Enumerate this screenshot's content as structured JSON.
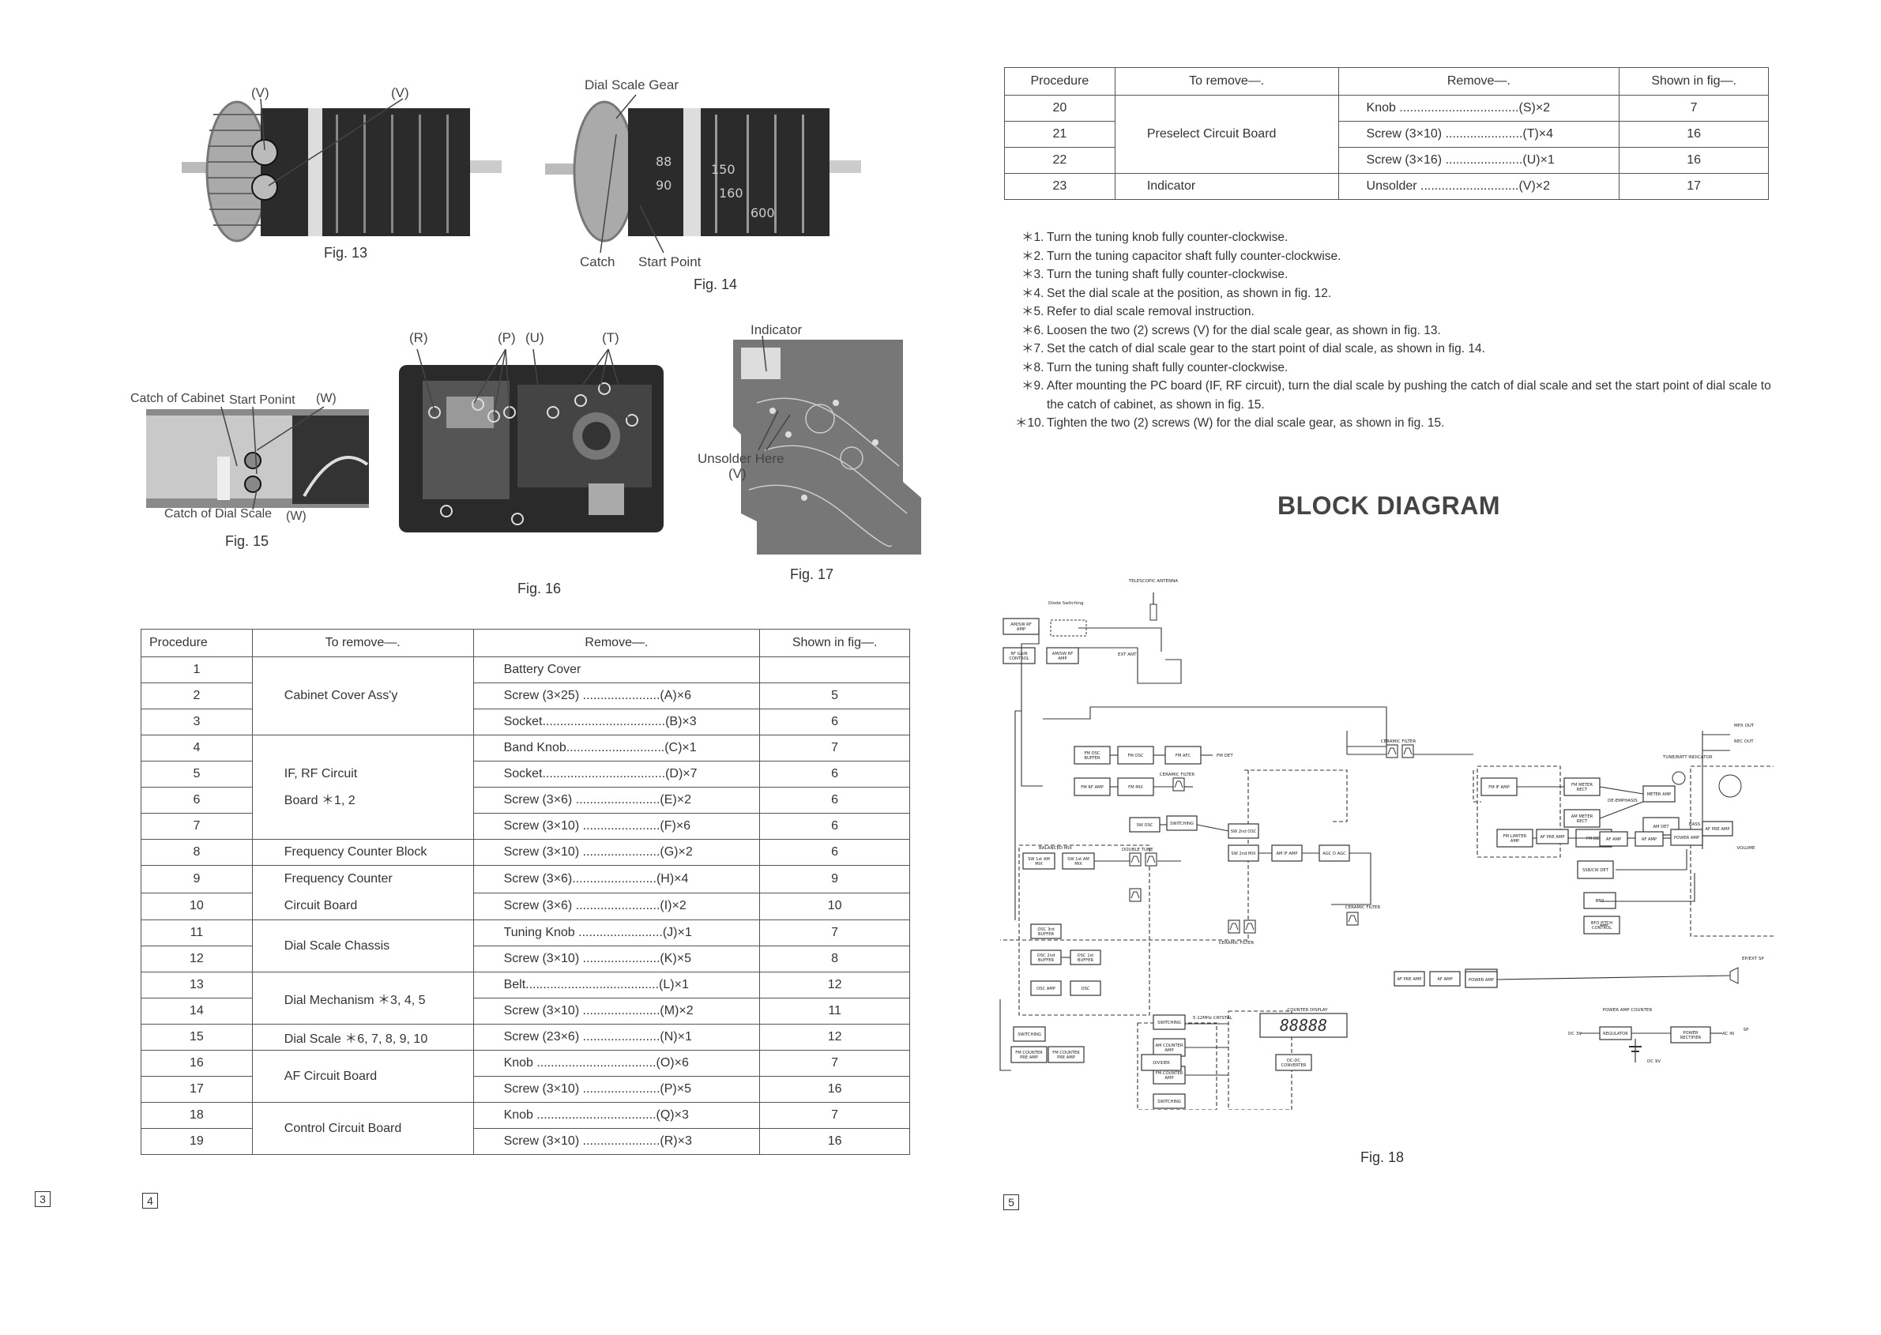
{
  "fig13": {
    "v_left": "(V)",
    "v_right": "(V)",
    "caption": "Fig. 13"
  },
  "fig14": {
    "dial_scale_gear": "Dial Scale Gear",
    "catch": "Catch",
    "start_point": "Start Point",
    "caption": "Fig. 14"
  },
  "fig15": {
    "catch_of_cabinet": "Catch of Cabinet",
    "start_point": "Start Ponint",
    "w_top": "(W)",
    "catch_of_dial": "Catch of Dial Scale",
    "w_bottom": "(W)",
    "caption": "Fig. 15"
  },
  "fig16": {
    "r": "(R)",
    "p": "(P)",
    "u": "(U)",
    "t": "(T)",
    "caption": "Fig. 16"
  },
  "fig17": {
    "indicator": "Indicator",
    "unsolder_here": "Unsolder Here",
    "v": "(V)",
    "caption": "Fig. 17"
  },
  "table_left": {
    "headers": [
      "Procedure",
      "To remove—.",
      "Remove—.",
      "Shown in fig—."
    ],
    "procedures": [
      "1",
      "2",
      "3",
      "4",
      "5",
      "6",
      "7",
      "8",
      "9",
      "10",
      "11",
      "12",
      "13",
      "14",
      "15",
      "16",
      "17",
      "18",
      "19"
    ],
    "groups": [
      "Cabinet Cover Ass'y",
      "IF, RF Circuit",
      "Board ＊1, 2",
      "Frequency Counter Block",
      "Frequency Counter",
      "Circuit Board",
      "Dial Scale Chassis",
      "Dial Mechanism ＊3, 4, 5",
      "Dial Scale ＊6, 7, 8, 9, 10",
      "AF Circuit Board",
      "Control Circuit Board"
    ],
    "removes": [
      "Battery Cover",
      "Screw (3×25) ......................(A)×6",
      "Socket...................................(B)×3",
      "Band Knob............................(C)×1",
      "Socket...................................(D)×7",
      "Screw (3×6) ........................(E)×2",
      "Screw (3×10) ......................(F)×6",
      "Screw (3×10) ......................(G)×2",
      "Screw (3×6)........................(H)×4",
      "Screw (3×6) ........................(I)×2",
      "Tuning Knob ........................(J)×1",
      "Screw (3×10) ......................(K)×5",
      "Belt......................................(L)×1",
      "Screw (3×10) ......................(M)×2",
      "Screw (23×6) ......................(N)×1",
      "Knob ..................................(O)×6",
      "Screw (3×10) ......................(P)×5",
      "Knob ..................................(Q)×3",
      "Screw (3×10) ......................(R)×3"
    ],
    "figs": [
      "",
      "5",
      "6",
      "7",
      "6",
      "6",
      "6",
      "6",
      "9",
      "10",
      "7",
      "8",
      "12",
      "11",
      "12",
      "7",
      "16",
      "7",
      "16"
    ]
  },
  "table_right": {
    "headers": [
      "Procedure",
      "To remove—.",
      "Remove—.",
      "Shown in fig—."
    ],
    "procedures": [
      "20",
      "21",
      "22",
      "23"
    ],
    "groups": [
      "Preselect Circuit Board",
      "Indicator"
    ],
    "removes": [
      "Knob ..................................(S)×2",
      "Screw (3×10) ......................(T)×4",
      "Screw (3×16) ......................(U)×1",
      "Unsolder ............................(V)×2"
    ],
    "figs": [
      "7",
      "16",
      "16",
      "17"
    ]
  },
  "notes": [
    {
      "k": "＊1.",
      "t": "Turn the tuning knob fully counter-clockwise."
    },
    {
      "k": "＊2.",
      "t": "Turn the tuning capacitor shaft fully counter-clockwise."
    },
    {
      "k": "＊3.",
      "t": "Turn the tuning shaft fully counter-clockwise."
    },
    {
      "k": "＊4.",
      "t": "Set the dial scale at the position, as shown in fig. 12."
    },
    {
      "k": "＊5.",
      "t": "Refer to dial scale removal instruction."
    },
    {
      "k": "＊6.",
      "t": "Loosen the two (2) screws (V) for the dial scale gear, as shown in fig. 13."
    },
    {
      "k": "＊7.",
      "t": "Set the catch of dial scale gear to the start point of dial scale, as shown in fig. 14."
    },
    {
      "k": "＊8.",
      "t": "Turn the tuning shaft fully counter-clockwise."
    },
    {
      "k": "＊9.",
      "t": "After mounting the PC board (IF, RF circuit), turn the dial scale by pushing the catch of dial scale and set the start point of dial scale to the catch of cabinet, as shown in fig. 15."
    },
    {
      "k": "＊10.",
      "t": "Tighten the two (2) screws (W) for the dial scale gear, as shown in fig. 15."
    }
  ],
  "block_diagram": {
    "title": "BLOCK DIAGRAM",
    "caption": "Fig. 18",
    "blocks": [
      "FM OSC BUFFER",
      "FM OSC",
      "FM AFC",
      "FM DET",
      "FM RF AMP",
      "FM MIX",
      "CERAMIC FILTER",
      "FM IF AMP",
      "FM METER RECT",
      "METER AMP",
      "AM METER RECT",
      "FM LIMITER AMP",
      "FM DET",
      "AM DET",
      "SSB/CW DET",
      "BFO",
      "BFO PITCH CONTROL",
      "AF PRE AMP",
      "AF AMP",
      "AF AMP",
      "POWER AMP",
      "SW OSC",
      "SW 2nd OSC",
      "SW 2nd MIX",
      "AM IF AMP",
      "AGC D AGC",
      "BALANCED MIX",
      "SW 1st AM MIX",
      "SW 1st AM MIX",
      "OSC 3rd BUFFER",
      "OSC 2nd BUFFER",
      "OSC 1st BUFFER",
      "OSC AMP",
      "OSC",
      "SWITCHING",
      "SWITCHING",
      "AM COUNTER AMP",
      "FM COUNTER AMP",
      "SWITCHING",
      "FM COUNTER PRE AMP",
      "FM COUNTER PRE AMP",
      "DIVIDER",
      "COUNTER DISPLAY",
      "DC-DC CONVERTER",
      "REGULATOR",
      "POWER RECTIFIER",
      "AM/SW RF AMP",
      "RF GAIN CONTROL",
      "AM/SW RF AMP",
      "TELESCOPIC ANTENNA",
      "EXT ANT",
      "Diode Switching",
      "MPX OUT",
      "REC OUT",
      "VOLUME",
      "BASS",
      "TREBLE",
      "TUNE/BATT INDICATOR",
      "DE-EMPHASIS",
      "EP/EXT SP",
      "SP",
      "POWER AMP COUNTER",
      "DC 3V",
      "DC 9V",
      "AC IN",
      "5.12MHz CRYSTAL",
      "DOUBLE TUNE"
    ],
    "digits": "88888"
  },
  "page_numbers": [
    "3",
    "4",
    "5"
  ]
}
